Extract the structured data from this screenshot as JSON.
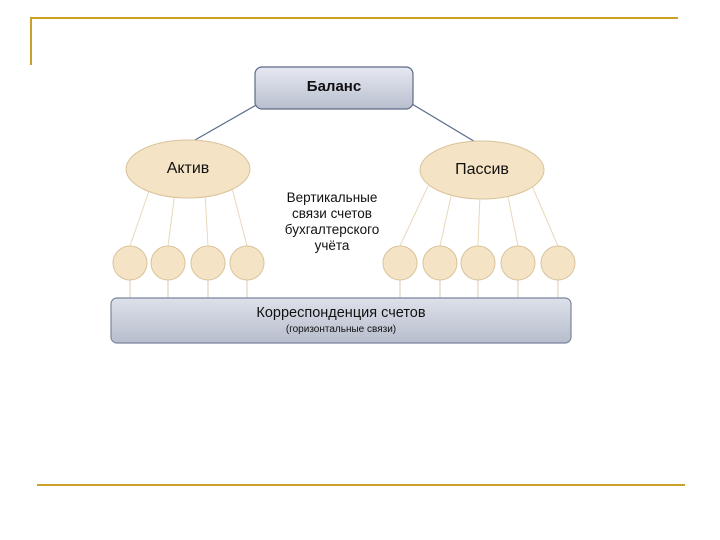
{
  "diagram": {
    "top_node": "Баланс",
    "left_node": "Актив",
    "right_node": "Пассив",
    "vertical_caption": "Вертикальные связи счетов бухгалтерского учёта",
    "bottom_bar": {
      "title": "Корреспонденция счетов",
      "subtitle": "(горизонтальные связи)"
    },
    "left_circles_count": 4,
    "right_circles_count": 5
  },
  "colors": {
    "accent_gold": "#c9a227",
    "box_fill": "#c9cedb",
    "box_stroke": "#5e6b86",
    "ellipse_fill": "#f4e3c4",
    "ellipse_stroke": "#d9c39a",
    "connector": "#5a6a8c"
  }
}
